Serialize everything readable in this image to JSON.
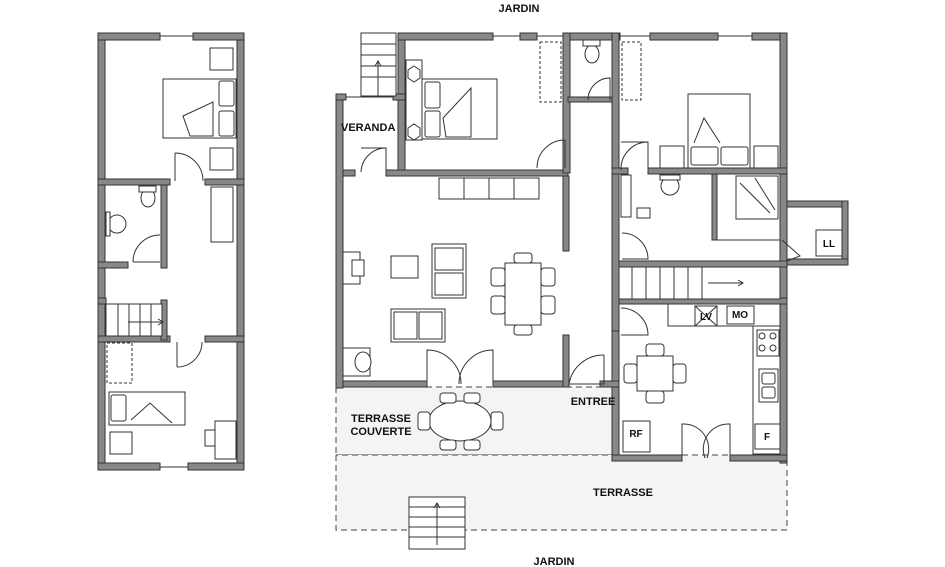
{
  "labels": {
    "jardin_top": "JARDIN",
    "jardin_bottom": "JARDIN",
    "veranda": "VERANDA",
    "terrasse_couverte_1": "TERRASSE",
    "terrasse_couverte_2": "COUVERTE",
    "entree": "ENTREE",
    "terrasse": "TERRASSE",
    "ll": "LL",
    "lv": "LV",
    "mo": "MO",
    "rf": "RF",
    "f": "F"
  },
  "colors": {
    "wall": "#888888",
    "outline": "#333333",
    "terrace_fill": "#f4f4f4"
  }
}
